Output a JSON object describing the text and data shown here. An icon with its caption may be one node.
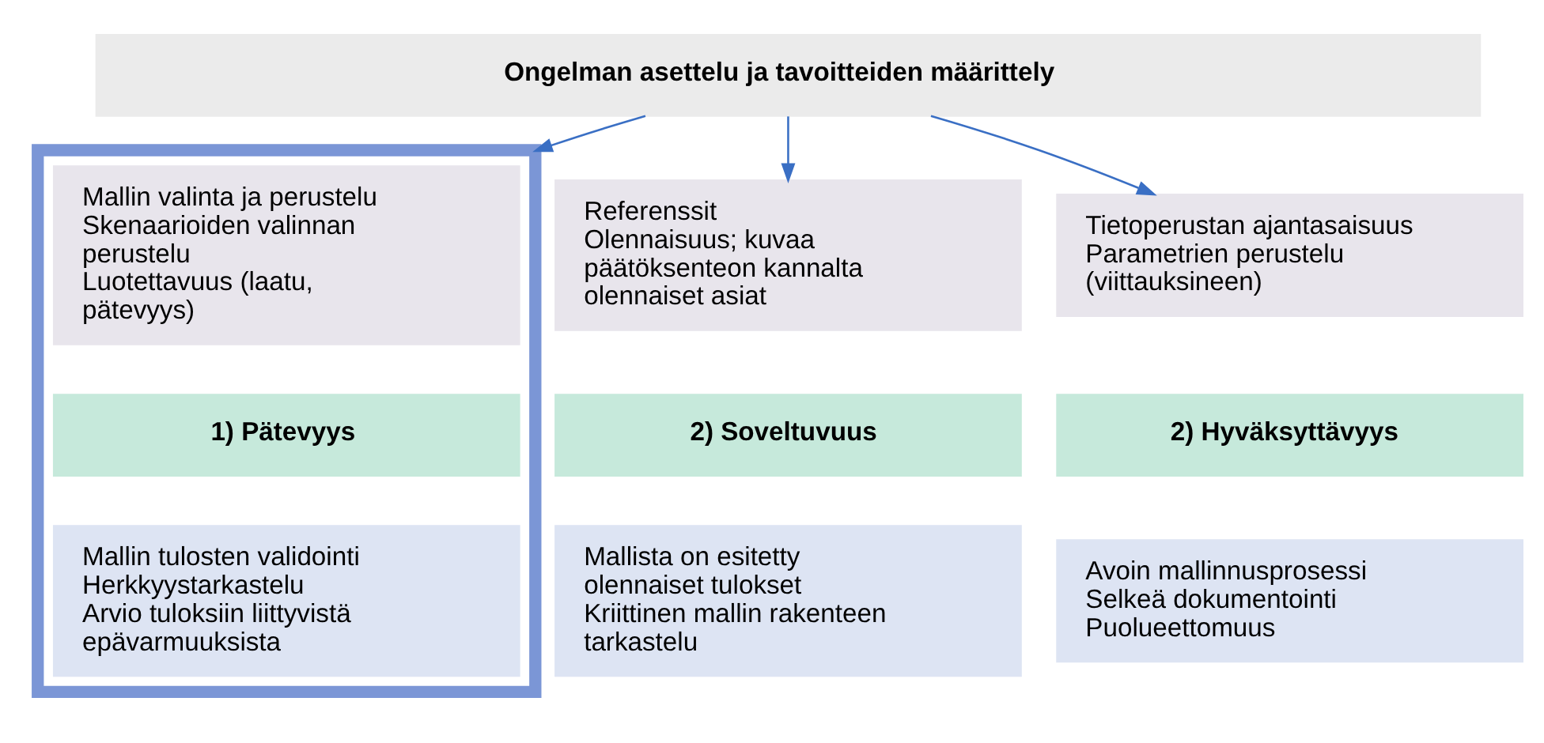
{
  "diagram": {
    "nodes": [
      {
        "text": [
          "Ongelman asettelu ja tavoitteiden määrittely"
        ]
      },
      {
        "text": [],
        "shape": "box"
      },
      {
        "text": [
          "Mallin valinta ja perustelu",
          "Skenaarioiden valinnan perustelu",
          "Luotettavuus (laatu, pätevyys)"
        ],
        "in": 1
      },
      {
        "text": [
          "1) Pätevyys"
        ],
        "in": 1
      },
      {
        "text": [
          "Mallin tulosten validointi",
          "Herkkyystarkastelu",
          "Arvio tuloksiin liittyvistä epävarmuuksista"
        ],
        "in": 1
      },
      {
        "text": [
          "Referenssit",
          "Olennaisuus; kuvaa päätöksenteon kannalta olennaiset asiat"
        ]
      },
      {
        "text": [
          "2) Soveltuvuus"
        ]
      },
      {
        "text": [
          "Mallista on esitetty olennaiset tulokset",
          "Kriittinen mallin rakenteen tarkastelu"
        ]
      },
      {
        "text": [
          "Tietoperustan ajantasaisuus",
          "Parametrien perustelu (viittauksineen)"
        ]
      },
      {
        "text": [
          "2) Hyväksyttävyys"
        ]
      },
      {
        "text": [
          "Avoin mallinnusprosessi",
          "Selkeä dokumentointi",
          "Puolueettomuus"
        ]
      }
    ],
    "edges": [
      {
        "from": 0,
        "to": 1,
        "arrow": "to"
      },
      {
        "from": 0,
        "to": 5,
        "arrow": "to"
      },
      {
        "from": 0,
        "to": 8,
        "arrow": "to"
      }
    ]
  }
}
